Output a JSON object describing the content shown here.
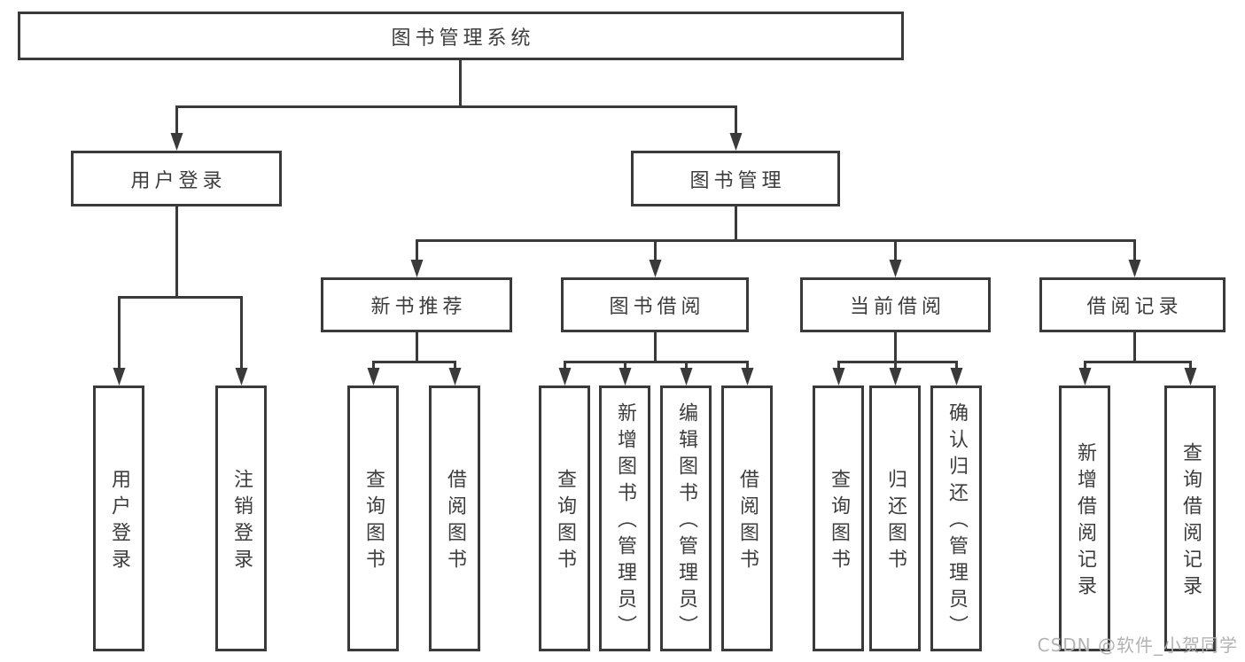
{
  "diagram": {
    "root": {
      "label": "图书管理系统"
    },
    "level1": {
      "user_login": {
        "label": "用户登录"
      },
      "book_management": {
        "label": "图书管理"
      }
    },
    "level2": {
      "new_book_recommendation": {
        "label": "新书推荐"
      },
      "book_borrowing": {
        "label": "图书借阅"
      },
      "current_borrowing": {
        "label": "当前借阅"
      },
      "borrowing_records": {
        "label": "借阅记录"
      }
    },
    "leaves": {
      "user_login_children": [
        "用户登录",
        "注销登录"
      ],
      "new_book_recommendation_children": [
        "查询图书",
        "借阅图书"
      ],
      "book_borrowing_children": [
        "查询图书",
        "新增图书（管理员）",
        "编辑图书（管理员）",
        "借阅图书"
      ],
      "current_borrowing_children": [
        "查询图书",
        "归还图书",
        "确认归还（管理员）"
      ],
      "borrowing_records_children": [
        "新增借阅记录",
        "查询借阅记录"
      ]
    },
    "watermark": "CSDN @软件_小贺同学",
    "colors": {
      "line": "#3a3a3a",
      "text": "#3d3d3d",
      "box_background": "#ffffff",
      "background": "#ffffff",
      "watermark": "#b3b3b3"
    }
  }
}
